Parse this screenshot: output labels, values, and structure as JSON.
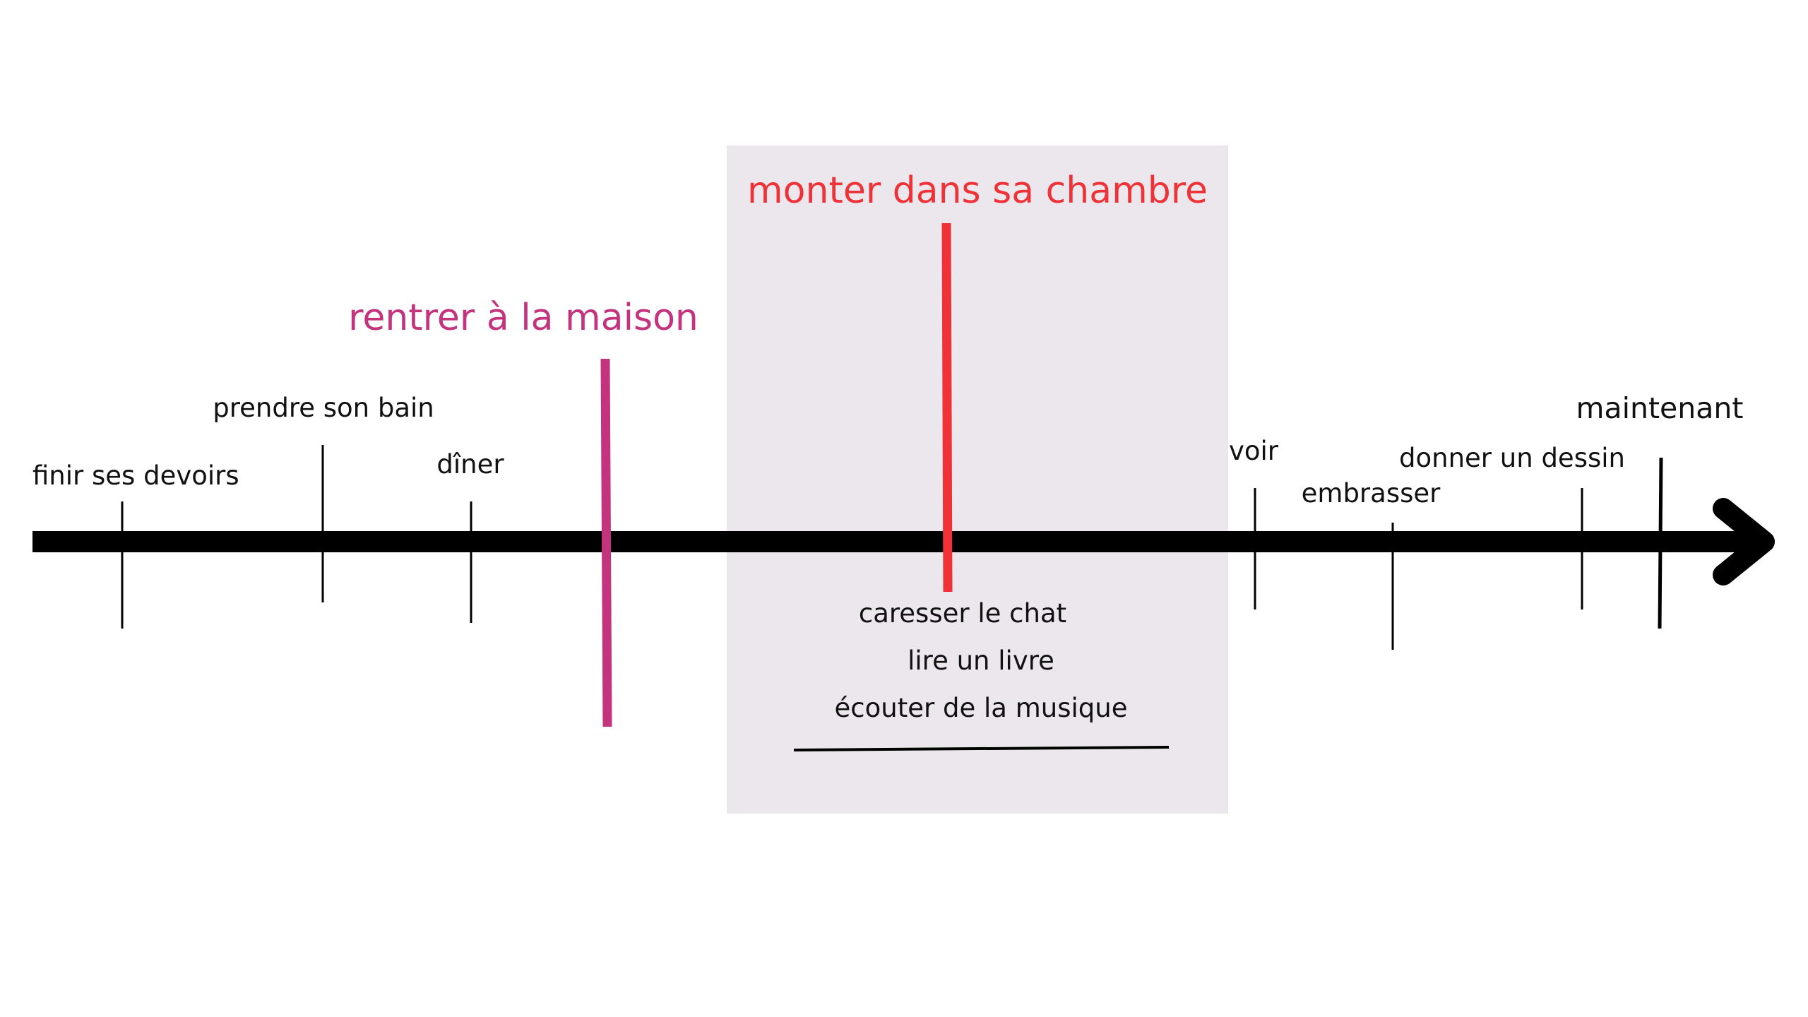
{
  "colors": {
    "background": "#ffffff",
    "axis": "#000000",
    "highlight_box": "#ebe7ec",
    "magenta": "#c4337e",
    "red": "#ee3237",
    "text": "#111111"
  },
  "highlight": {
    "title": "monter dans sa chambre",
    "sub_events": [
      "caresser le chat",
      "lire un livre",
      "écouter de la musique"
    ]
  },
  "key_event": {
    "label": "rentrer à la maison"
  },
  "events_before": [
    {
      "label": "finir ses devoirs"
    },
    {
      "label": "prendre son bain"
    },
    {
      "label": "dîner"
    }
  ],
  "events_after": [
    {
      "label": "voir"
    },
    {
      "label": "embrasser"
    },
    {
      "label": "donner un dessin"
    }
  ],
  "end": {
    "label": "maintenant"
  },
  "arrow": {
    "direction": "right"
  }
}
